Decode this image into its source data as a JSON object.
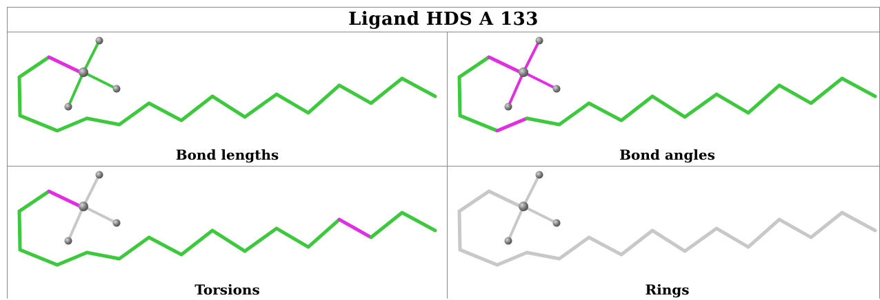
{
  "table": {
    "title": "Ligand HDS A 133"
  },
  "colors": {
    "ok": "#3ec83e",
    "outlier": "#e02ee0",
    "neutral": "#c8c8c8",
    "atom": "#7a7a7a"
  },
  "panels": [
    {
      "caption": "Bond lengths",
      "chain_colors": [
        "ok",
        "ok",
        "ok",
        "ok",
        "outlier",
        "ok",
        "ok",
        "ok",
        "ok",
        "ok",
        "ok",
        "ok",
        "ok",
        "ok",
        "ok",
        "ok",
        "ok",
        "ok"
      ],
      "spoke_colors": [
        "ok",
        "ok",
        "ok"
      ],
      "dashed_spoke_color": "ok"
    },
    {
      "caption": "Bond angles",
      "chain_colors": [
        "ok",
        "ok",
        "ok",
        "outlier",
        "outlier",
        "ok",
        "ok",
        "ok",
        "ok",
        "ok",
        "ok",
        "ok",
        "ok",
        "ok",
        "ok",
        "ok",
        "ok",
        "ok"
      ],
      "spoke_colors": [
        "outlier",
        "outlier",
        "outlier"
      ],
      "dashed_spoke_color": "outlier"
    },
    {
      "caption": "Torsions",
      "chain_colors": [
        "ok",
        "ok",
        "ok",
        "ok",
        "outlier",
        "ok",
        "ok",
        "ok",
        "ok",
        "ok",
        "ok",
        "ok",
        "ok",
        "outlier",
        "ok",
        "ok",
        "neutral",
        "neutral"
      ],
      "spoke_colors": [
        "neutral",
        "neutral",
        "neutral"
      ],
      "dashed_spoke_color": "neutral"
    },
    {
      "caption": "Rings",
      "chain_colors": [
        "neutral",
        "neutral",
        "neutral",
        "neutral",
        "neutral",
        "neutral",
        "neutral",
        "neutral",
        "neutral",
        "neutral",
        "neutral",
        "neutral",
        "neutral",
        "neutral",
        "neutral",
        "neutral",
        "neutral",
        "neutral"
      ],
      "spoke_colors": [
        "neutral",
        "neutral",
        "neutral"
      ],
      "dashed_spoke_color": "neutral"
    }
  ]
}
